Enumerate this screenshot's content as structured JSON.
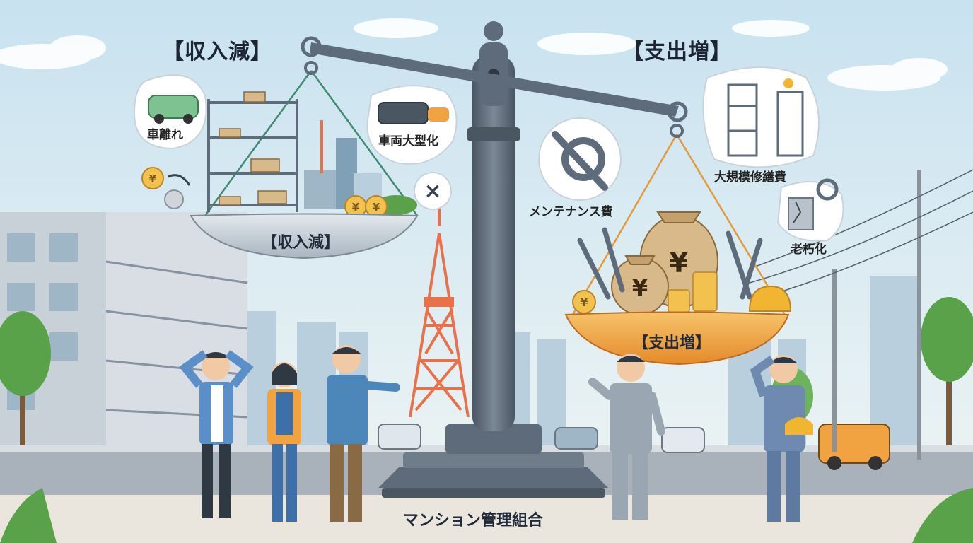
{
  "headings": {
    "left": "【収入減】",
    "right": "【支出増】"
  },
  "pans": {
    "left": "【収入減】",
    "right": "【支出増】"
  },
  "income_factors": {
    "car_abandonment": "車離れ",
    "vehicle_upsizing": "車両大型化"
  },
  "expense_factors": {
    "maintenance": "メンテナンス費",
    "major_repair": "大規模修繕費",
    "aging": "老朽化"
  },
  "coin_symbol": "¥",
  "x_mark": "×",
  "footer": "マンション管理組合",
  "colors": {
    "sky_top": "#cfe6f3",
    "sky_bottom": "#eef6f8",
    "scale_metal": "#5e6b7a",
    "pan_orange": "#f0a340",
    "pan_grey": "#c9d3dc",
    "coin_gold": "#f2c14e",
    "money_bag": "#d8b98a",
    "tower_orange": "#e9714a"
  }
}
